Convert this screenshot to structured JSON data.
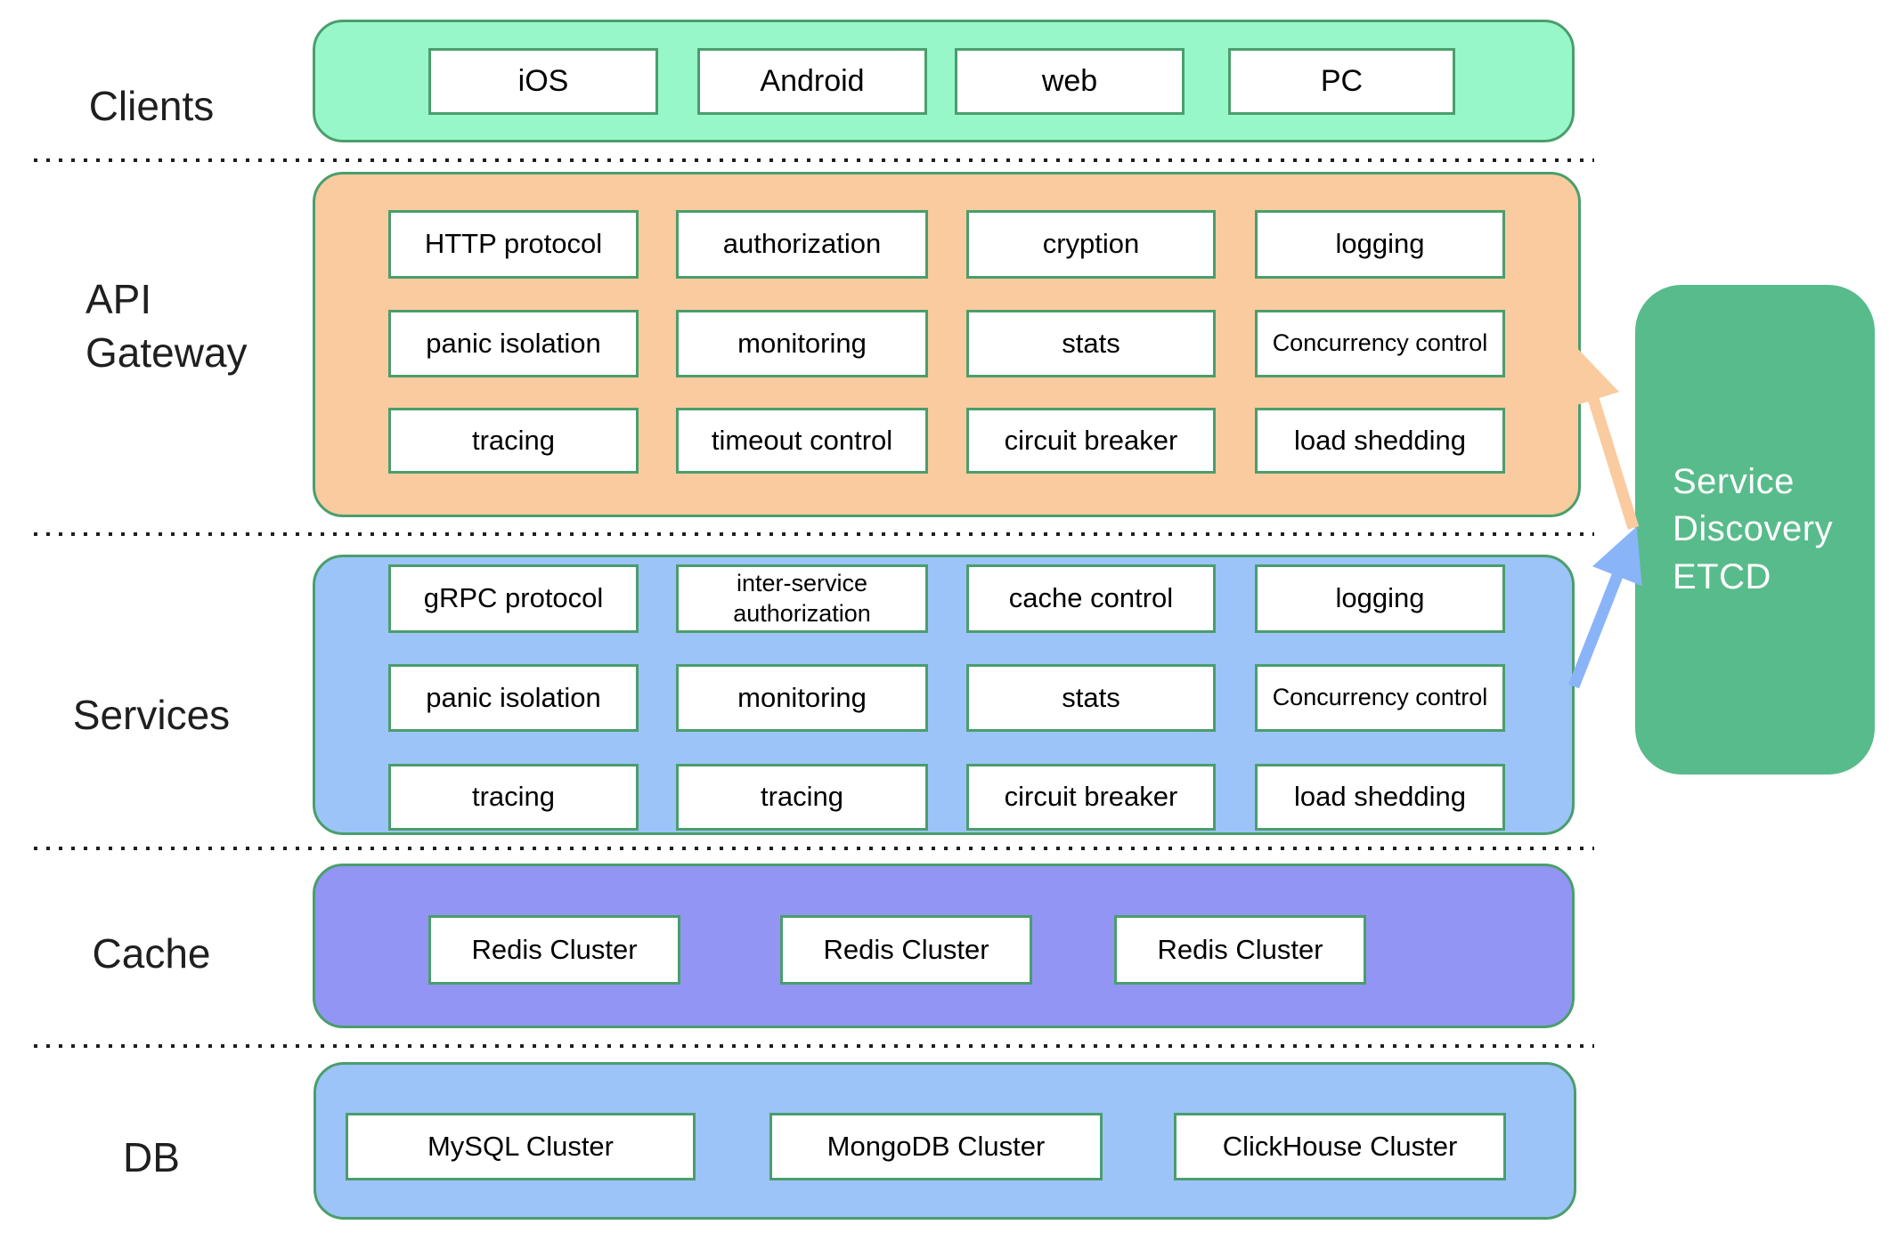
{
  "labels": {
    "clients": "Clients",
    "api_gateway": "API\nGateway",
    "services": "Services",
    "cache": "Cache",
    "db": "DB"
  },
  "clients": {
    "items": [
      "iOS",
      "Android",
      "web",
      "PC"
    ]
  },
  "api_gateway": {
    "rows": [
      [
        "HTTP protocol",
        "authorization",
        "cryption",
        "logging"
      ],
      [
        "panic isolation",
        "monitoring",
        "stats",
        "Concurrency control"
      ],
      [
        "tracing",
        "timeout control",
        "circuit breaker",
        "load shedding"
      ]
    ]
  },
  "services": {
    "rows": [
      [
        "gRPC protocol",
        "inter-service authorization",
        "cache control",
        "logging"
      ],
      [
        "panic isolation",
        "monitoring",
        "stats",
        "Concurrency control"
      ],
      [
        "tracing",
        "tracing",
        "circuit breaker",
        "load shedding"
      ]
    ]
  },
  "cache": {
    "items": [
      "Redis Cluster",
      "Redis Cluster",
      "Redis Cluster"
    ]
  },
  "db": {
    "items": [
      "MySQL Cluster",
      "MongoDB Cluster",
      "ClickHouse Cluster"
    ]
  },
  "etcd": {
    "text": "Service\nDiscovery\nETCD"
  },
  "colors": {
    "mint": "#98f7c8",
    "orange": "#f9cb9e",
    "blue": "#9cc4f8",
    "purple": "#9295f4",
    "etcd-green": "#58bb8b",
    "border-green": "#4a9e6c",
    "arrow-orange": "#f9cb9e",
    "arrow-blue": "#8ab4f8",
    "dotted": "#1f1f1f",
    "label-text": "#1f1f1f",
    "cell-text": "#000000",
    "etcd-text": "#ffffff"
  }
}
